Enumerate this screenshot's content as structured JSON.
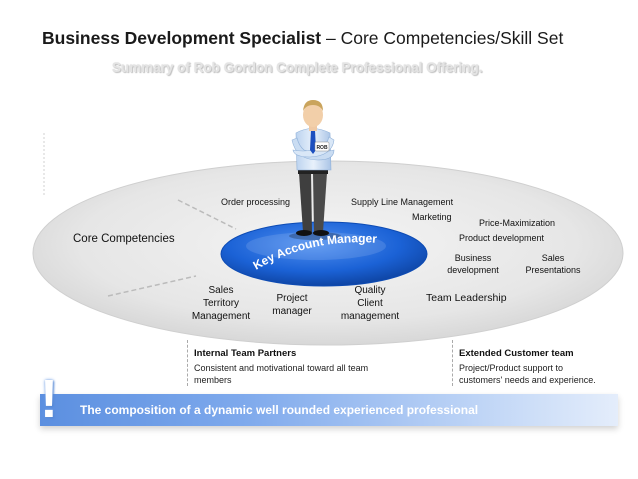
{
  "header": {
    "title_bold": "Business Development Specialist",
    "title_rest": " – Core Competencies/Skill Set",
    "subtitle": "Summary of Rob Gordon Complete Professional Offering."
  },
  "faint_text": [
    "",
    "",
    ""
  ],
  "figure": {
    "badge": "ROB"
  },
  "center_label": "Key Account Manager",
  "core_label": "Core Competencies",
  "skills": {
    "order_processing": "Order processing",
    "supply_line": "Supply Line Management",
    "marketing": "Marketing",
    "price_max": "Price-Maximization",
    "product_dev": "Product development",
    "business_dev": [
      "Business",
      "development"
    ],
    "sales_pres": [
      "Sales",
      "Presentations"
    ],
    "team_leadership": "Team Leadership",
    "sales_territory": [
      "Sales",
      "Territory",
      "Management"
    ],
    "project_manager": [
      "Project",
      "manager"
    ],
    "quality_client": [
      "Quality",
      "Client",
      "management"
    ]
  },
  "internal": {
    "title": "Internal  Team Partners",
    "lines": [
      "Consistent and motivational toward  all team",
      "members"
    ]
  },
  "extended": {
    "title": "Extended Customer team",
    "lines": [
      "Project/Product support to",
      "customers' needs and experience."
    ]
  },
  "banner": {
    "exclamation": "!",
    "text": "The composition of a dynamic well rounded experienced professional"
  },
  "colors": {
    "ellipse_fill": "#e6e6e6",
    "center_disc": "#1b62d6",
    "banner": "#5b8fe0"
  }
}
